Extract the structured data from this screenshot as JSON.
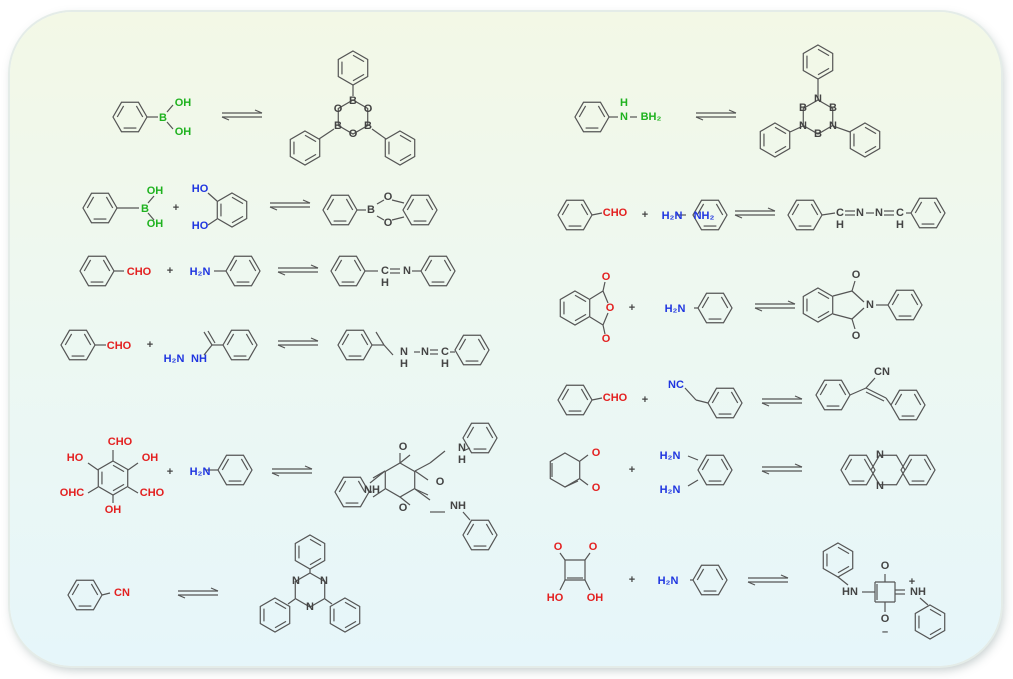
{
  "colors": {
    "bond": "#555555",
    "boron": "#1fb21f",
    "amine": "#1f35e0",
    "oxygen": "#e32020",
    "atom": "#444444"
  },
  "reactions": [
    {
      "name": "boronic-acid-to-boroxine",
      "labels": [
        "B",
        "OH",
        "OH",
        "B",
        "O",
        "B",
        "O",
        "B",
        "O"
      ]
    },
    {
      "name": "boronate-ester",
      "labels": [
        "B",
        "OH",
        "OH",
        "+",
        "HO",
        "HO",
        "B",
        "O",
        "O"
      ]
    },
    {
      "name": "imine",
      "labels": [
        "CHO",
        "+",
        "H₂N",
        "C",
        "H",
        "N"
      ]
    },
    {
      "name": "hydrazone",
      "labels": [
        "CHO",
        "+",
        "H₂N",
        "NH",
        "N",
        "N",
        "C",
        "H",
        "H"
      ]
    },
    {
      "name": "keto-enamine",
      "labels": [
        "CHO",
        "HO",
        "OH",
        "OHC",
        "CHO",
        "OH",
        "+",
        "H₂N",
        "O",
        "O",
        "O",
        "NH",
        "NH",
        "N",
        "H"
      ]
    },
    {
      "name": "triazine",
      "labels": [
        "CN",
        "N",
        "N",
        "N"
      ]
    },
    {
      "name": "borazine",
      "labels": [
        "H",
        "N",
        "BH₂",
        "N",
        "B",
        "N",
        "B",
        "N",
        "B"
      ]
    },
    {
      "name": "azine",
      "labels": [
        "CHO",
        "+",
        "H₂N",
        "NH₂",
        "C",
        "N",
        "N",
        "C",
        "H",
        "H"
      ]
    },
    {
      "name": "imide",
      "labels": [
        "O",
        "O",
        "O",
        "+",
        "H₂N",
        "O",
        "O",
        "N"
      ]
    },
    {
      "name": "knoevenagel",
      "labels": [
        "CHO",
        "+",
        "NC",
        "CN"
      ]
    },
    {
      "name": "phenazine",
      "labels": [
        "O",
        "O",
        "+",
        "H₂N",
        "H₂N",
        "N",
        "N"
      ]
    },
    {
      "name": "squaraine",
      "labels": [
        "O",
        "O",
        "HO",
        "OH",
        "+",
        "H₂N",
        "O",
        "HN",
        "O",
        "–",
        "NH",
        "+"
      ]
    }
  ]
}
